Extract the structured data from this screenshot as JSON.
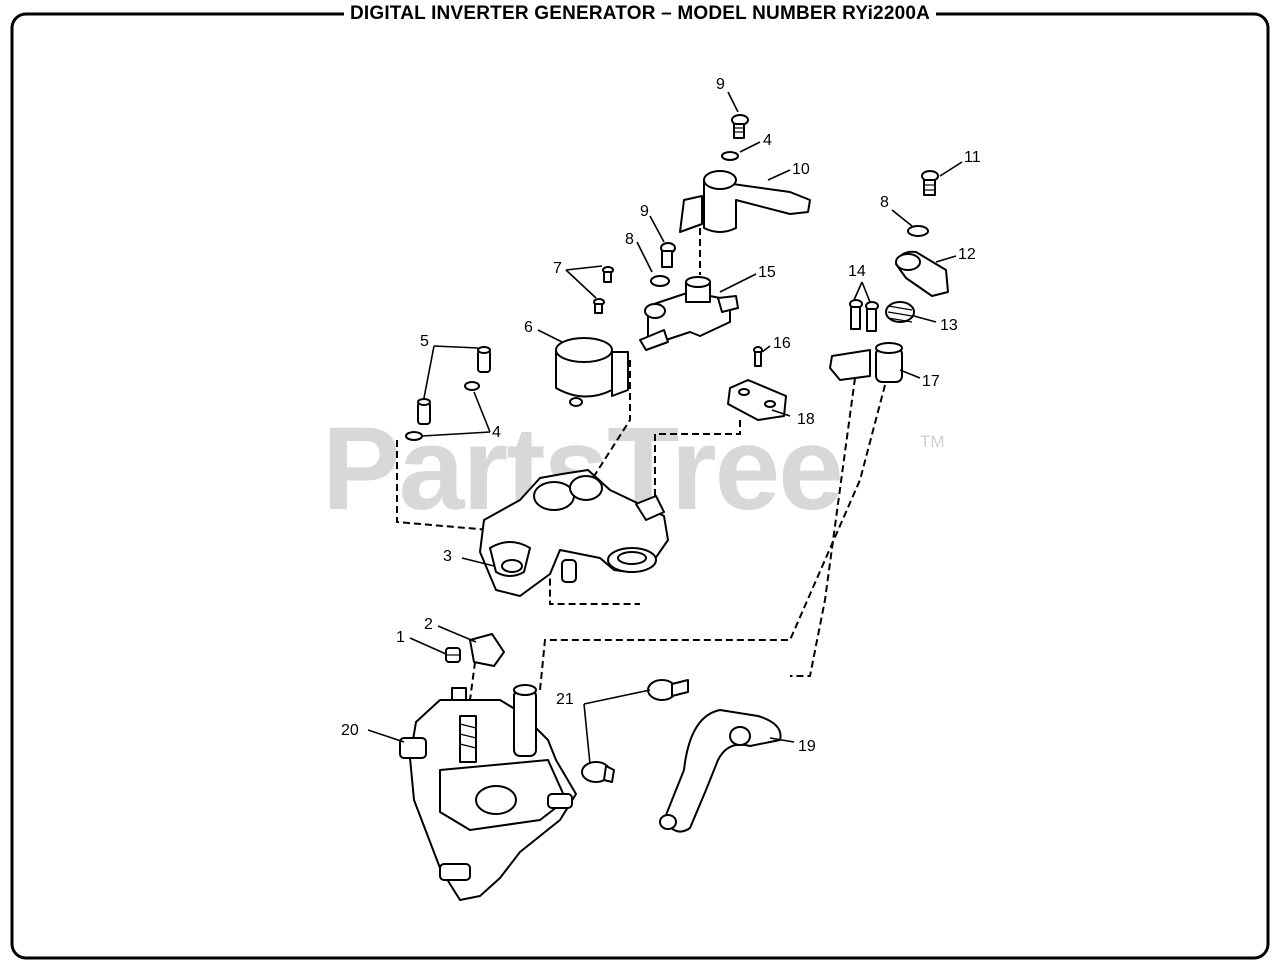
{
  "diagram": {
    "title": "DIGITAL INVERTER GENERATOR – MODEL NUMBER RYi2200A",
    "watermark": "PartsTree",
    "watermark_tm": "TM",
    "callouts": {
      "c1": "1",
      "c2": "2",
      "c3": "3",
      "c4a": "4",
      "c4b": "4",
      "c5": "5",
      "c6": "6",
      "c7": "7",
      "c8a": "8",
      "c8b": "8",
      "c9a": "9",
      "c9b": "9",
      "c10": "10",
      "c11": "11",
      "c12": "12",
      "c13": "13",
      "c14": "14",
      "c15": "15",
      "c16": "16",
      "c17": "17",
      "c18": "18",
      "c19": "19",
      "c20": "20",
      "c21": "21"
    }
  }
}
